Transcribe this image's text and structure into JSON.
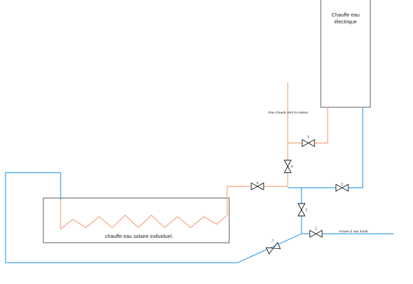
{
  "colors": {
    "hot": "#f4a580",
    "cold": "#3aa0e6",
    "outline": "#333333",
    "valve": "#111111"
  },
  "labels": {
    "heater_line1": "Chauffe eau",
    "heater_line2": "électrique",
    "solar_heater": "chauffe eau solaire individuel.",
    "hot_to_house": "Eau chaude vers la maison",
    "cold_inlet": "Arrivée d' eau froide"
  },
  "valves": [
    {
      "id": "1",
      "label": "1",
      "line": "cold"
    },
    {
      "id": "2",
      "label": "2",
      "line": "cold"
    },
    {
      "id": "3",
      "label": "3",
      "line": "cold"
    },
    {
      "id": "4",
      "label": "4",
      "line": "hot"
    },
    {
      "id": "5",
      "label": "5",
      "line": "hot"
    },
    {
      "id": "6",
      "label": "6",
      "line": "hot"
    },
    {
      "id": "7",
      "label": "7",
      "line": "cold"
    }
  ]
}
